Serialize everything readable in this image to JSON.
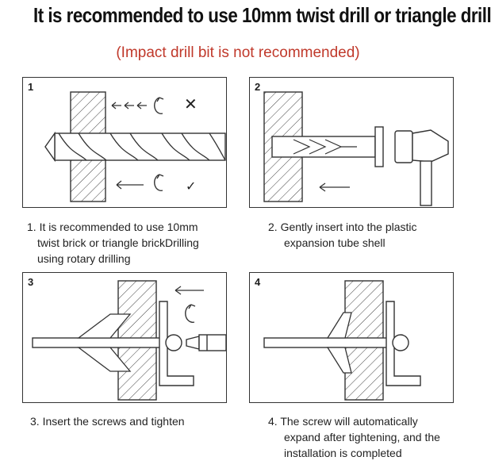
{
  "header": {
    "title": "It is recommended to use 10mm twist drill or triangle drill",
    "subtitle": "(Impact drill bit is not recommended)"
  },
  "steps": [
    {
      "number": "1",
      "caption_lines": [
        "1. It is recommended to use 10mm",
        "twist brick or triangle brickDrilling",
        "using rotary drilling"
      ],
      "marks": {
        "wrong": "✕",
        "right": "✓"
      }
    },
    {
      "number": "2",
      "caption_lines": [
        "2. Gently insert into the plastic",
        "expansion tube shell"
      ]
    },
    {
      "number": "3",
      "caption_lines": [
        "3. Insert the screws and tighten"
      ]
    },
    {
      "number": "4",
      "caption_lines": [
        "4. The screw will automatically",
        "expand after tightening, and the",
        "installation is completed"
      ]
    }
  ],
  "colors": {
    "title": "#111111",
    "subtitle": "#c0392b",
    "line": "#333333"
  }
}
